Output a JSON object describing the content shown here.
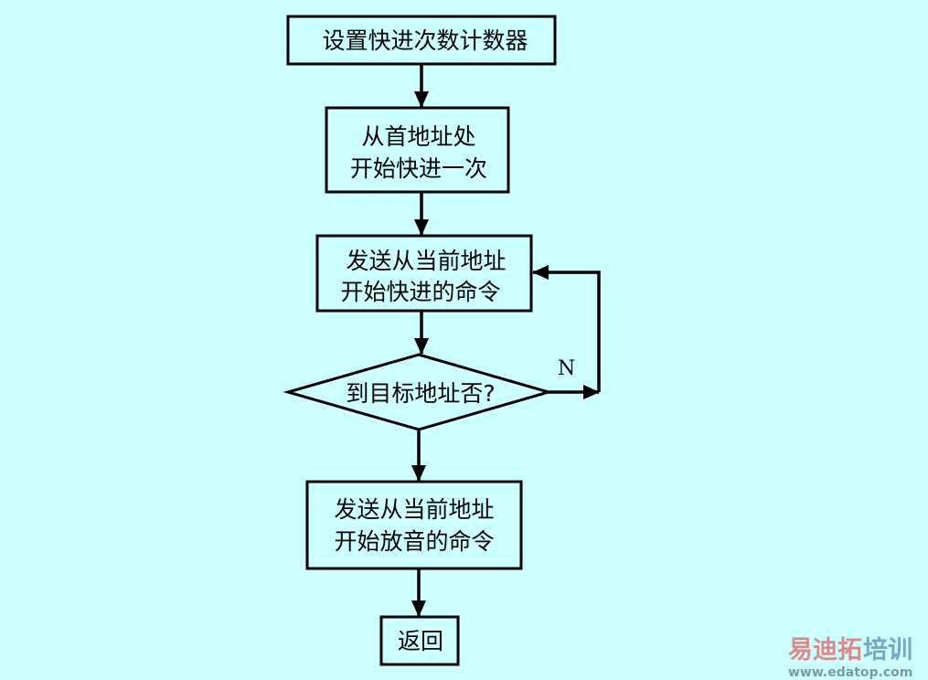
{
  "flowchart": {
    "nodes": [
      {
        "id": "set-counter",
        "lines": [
          "设置快进次数计数器"
        ]
      },
      {
        "id": "ff-once",
        "lines": [
          "从首地址处",
          "开始快进一次"
        ]
      },
      {
        "id": "send-ff",
        "lines": [
          "发送从当前地址",
          "开始快进的命令"
        ]
      },
      {
        "id": "decision",
        "lines": [
          "到目标地址否?"
        ]
      },
      {
        "id": "send-play",
        "lines": [
          "发送从当前地址",
          "开始放音的命令"
        ]
      },
      {
        "id": "return",
        "lines": [
          "返回"
        ]
      }
    ],
    "edge_labels": {
      "no": "N"
    }
  },
  "watermark": {
    "brand_a": "易迪拓",
    "brand_b": "培训",
    "url": "www.edatop.com"
  }
}
